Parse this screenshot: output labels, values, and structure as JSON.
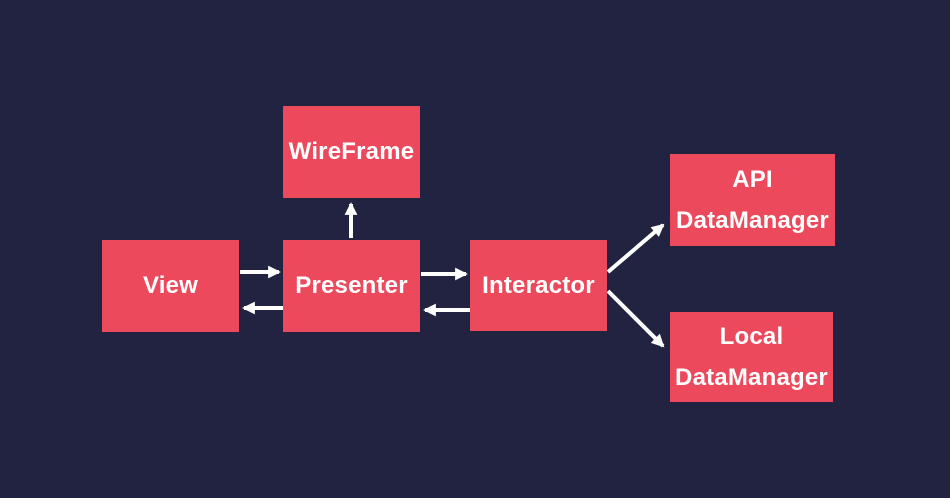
{
  "diagram": {
    "colors": {
      "background": "#222340",
      "node_fill": "#ec4a5c",
      "node_text": "#ffffff",
      "arrow": "#ffffff"
    },
    "nodes": {
      "wireframe": {
        "label": "WireFrame"
      },
      "view": {
        "label": "View"
      },
      "presenter": {
        "label": "Presenter"
      },
      "interactor": {
        "label": "Interactor"
      },
      "api_datamanager": {
        "line1": "API",
        "line2": "DataManager"
      },
      "local_datamanager": {
        "line1": "Local",
        "line2": "DataManager"
      }
    },
    "edges": [
      {
        "from": "Presenter",
        "to": "WireFrame",
        "direction": "up"
      },
      {
        "from": "View",
        "to": "Presenter",
        "direction": "right"
      },
      {
        "from": "Presenter",
        "to": "View",
        "direction": "left"
      },
      {
        "from": "Presenter",
        "to": "Interactor",
        "direction": "right"
      },
      {
        "from": "Interactor",
        "to": "Presenter",
        "direction": "left"
      },
      {
        "from": "Interactor",
        "to": "API DataManager",
        "direction": "up-right"
      },
      {
        "from": "Interactor",
        "to": "Local DataManager",
        "direction": "down-right"
      }
    ]
  }
}
